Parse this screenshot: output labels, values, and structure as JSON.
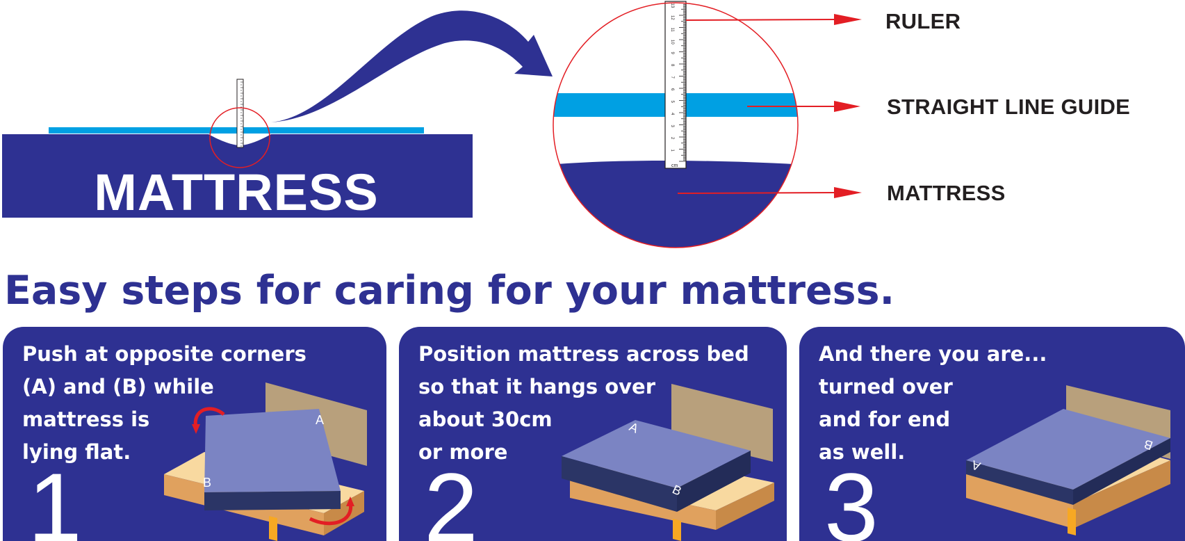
{
  "diagram": {
    "mattress_word": "MATTRESS",
    "callouts": {
      "ruler": "RULER",
      "straight_line_guide": "STRAIGHT LINE GUIDE",
      "mattress": "MATTRESS"
    },
    "ruler_unit": "cm",
    "ruler_ticks": [
      "1",
      "2",
      "3",
      "4",
      "5",
      "6",
      "7",
      "8",
      "9",
      "10",
      "11",
      "12",
      "13"
    ]
  },
  "headline": "Easy steps for caring for your mattress.",
  "steps": [
    {
      "number": "1",
      "text": "Push at opposite corners\n(A) and (B) while\nmattress is\nlying flat.",
      "corner_a": "A",
      "corner_b": "B"
    },
    {
      "number": "2",
      "text": "Position mattress across bed\nso that it hangs over\nabout 30cm\nor more",
      "corner_a": "A",
      "corner_b": "B"
    },
    {
      "number": "3",
      "text": "And there you are...\nturned over\nand for end\nas well.",
      "corner_a": "A",
      "corner_b": "B"
    }
  ],
  "colors": {
    "navy": "#2e3192",
    "light_blue": "#00a0e3",
    "red": "#e31e24",
    "mattress_top": "#7b84c3",
    "mattress_side": "#2b3566",
    "bed_wood": "#e0a15e",
    "bed_top": "#f8d9a0",
    "headboard": "#b8a07c"
  }
}
